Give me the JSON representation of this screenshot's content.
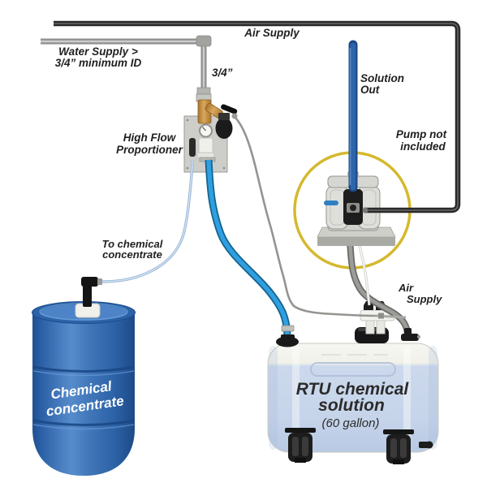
{
  "labels": {
    "air_supply_top": "Air Supply",
    "water_supply_1": "Water Supply >",
    "water_supply_2": "3/4” minimum ID",
    "pipe_size": "3/4”",
    "proportioner_1": "High Flow",
    "proportioner_2": "Proportioner",
    "solution_out_1": "Solution",
    "solution_out_2": "Out",
    "pump_note_1": "Pump not",
    "pump_note_2": "included",
    "to_chemical_1": "To chemical",
    "to_chemical_2": "concentrate",
    "air_supply_bottom_1": "Air",
    "air_supply_bottom_2": "Supply",
    "drum_1": "Chemical",
    "drum_2": "concentrate",
    "tank_1": "RTU chemical",
    "tank_2": "solution",
    "tank_3": "(60 gallon)"
  },
  "colors": {
    "air_pipe": "#2a2a2a",
    "water_pipe": "#8e8e8e",
    "fill_hose": "#2f9fe0",
    "suction_tube": "#9db9da",
    "solution_pipe": "#2d64ac",
    "pump_circle": "#d4b92e",
    "drum_blue": "#3a74bc",
    "tank_liquid": "#c9d7ec",
    "brass_fitting": "#bf8a45",
    "label_text": "#1f1f1f"
  }
}
